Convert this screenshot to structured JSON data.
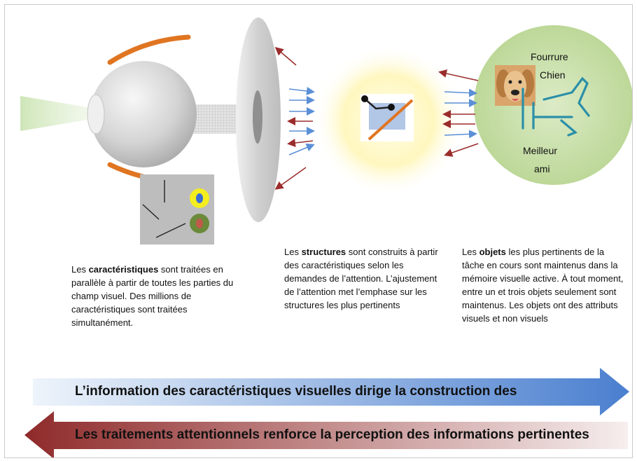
{
  "colors": {
    "eye_arc": "#e07521",
    "eye_ball": "#d9d9d9",
    "cornea": "#e8e8e8",
    "lens_disc": "#cfcfcf",
    "attention_glow": "#fff6b3",
    "object_circle": "#c8dfa8",
    "arrow_blue": "#5b8fd6",
    "arrow_red": "#9b2c2c",
    "dog_line": "#2a8fa8",
    "bottom_arrow_blue_end": "#4a7fcf",
    "bottom_arrow_red_start": "#8f2a2a"
  },
  "diagram": {
    "object_labels": {
      "fur": "Fourrure",
      "dog": "Chien",
      "best": "Meilleur",
      "friend": "ami"
    },
    "features_text": {
      "prefix": "Les ",
      "bold": "caractéristiques",
      "rest": " sont traitées en parallèle à partir de toutes les parties du champ visuel. Des millions de caractéristiques sont traitées simultanément."
    },
    "structures_text": {
      "prefix": "Les ",
      "bold": "structures",
      "rest": " sont construits à partir des caractéristiques selon les demandes de l’attention. L’ajustement de l’attention met l’emphase sur les structures les plus pertinents"
    },
    "objects_text": {
      "prefix": "Les ",
      "bold": "objets",
      "rest": " les plus pertinents de la tâche en cours sont maintenus dans la mémoire visuelle active. À tout moment, entre un et trois objets seulement sont maintenus. Les objets ont des attributs visuels et non visuels"
    },
    "bottom_up_arrow": "L’information des caractéristiques visuelles dirige la construction des",
    "top_down_arrow": "Les traitements attentionnels renforce la perception des informations pertinentes"
  }
}
